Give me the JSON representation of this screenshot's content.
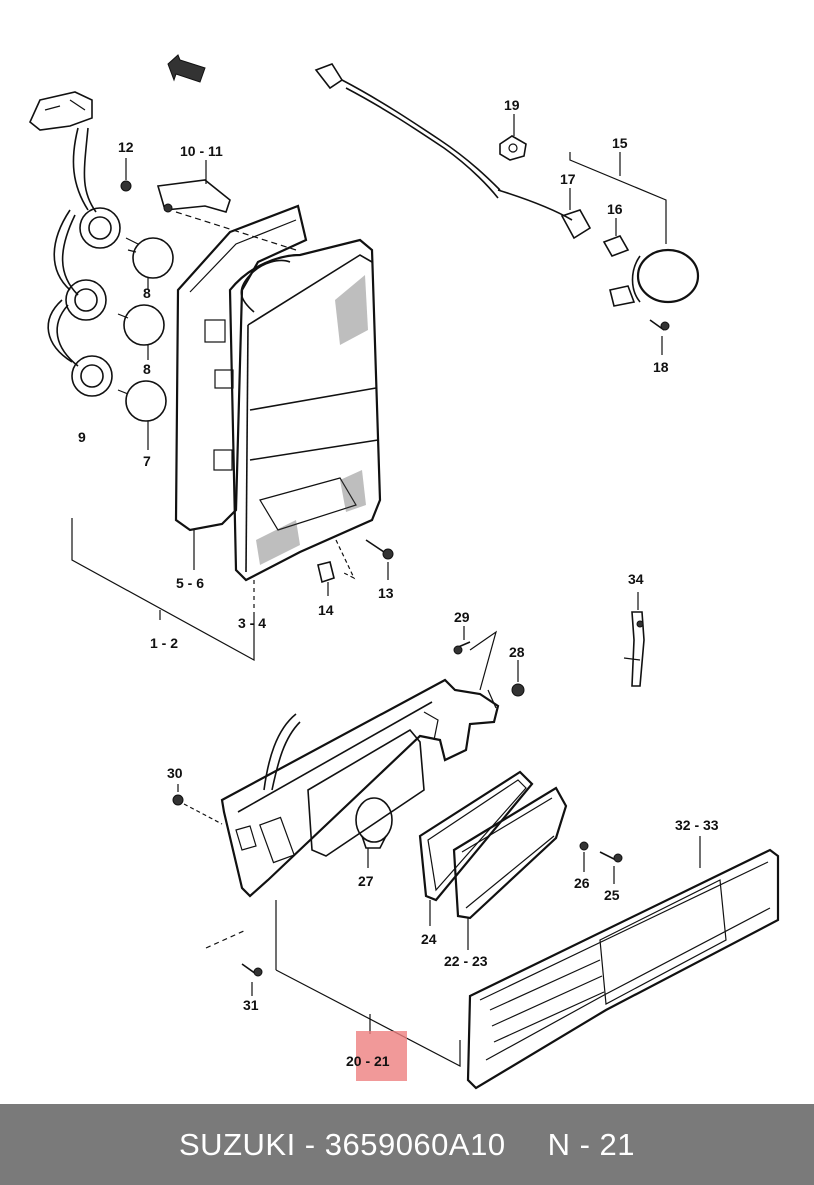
{
  "footer": {
    "part_text": "SUZUKI - 3659060A10",
    "page_text": "N - 21"
  },
  "highlight_color": "#ee8080",
  "labels": {
    "l12": "12",
    "l10_11": "10 - 11",
    "l8a": "8",
    "l8b": "8",
    "l9": "9",
    "l7": "7",
    "l5_6": "5 - 6",
    "l1_2": "1 - 2",
    "l3_4": "3 - 4",
    "l14": "14",
    "l13": "13",
    "l19": "19",
    "l15": "15",
    "l17": "17",
    "l16": "16",
    "l18": "18",
    "l34": "34",
    "l29": "29",
    "l28": "28",
    "l30": "30",
    "l27": "27",
    "l32_33": "32 - 33",
    "l26": "26",
    "l25": "25",
    "l24": "24",
    "l22_23": "22 - 23",
    "l31": "31",
    "l20_21": "20 - 21"
  },
  "icons": {
    "front_arrow": "front-arrow-icon"
  }
}
